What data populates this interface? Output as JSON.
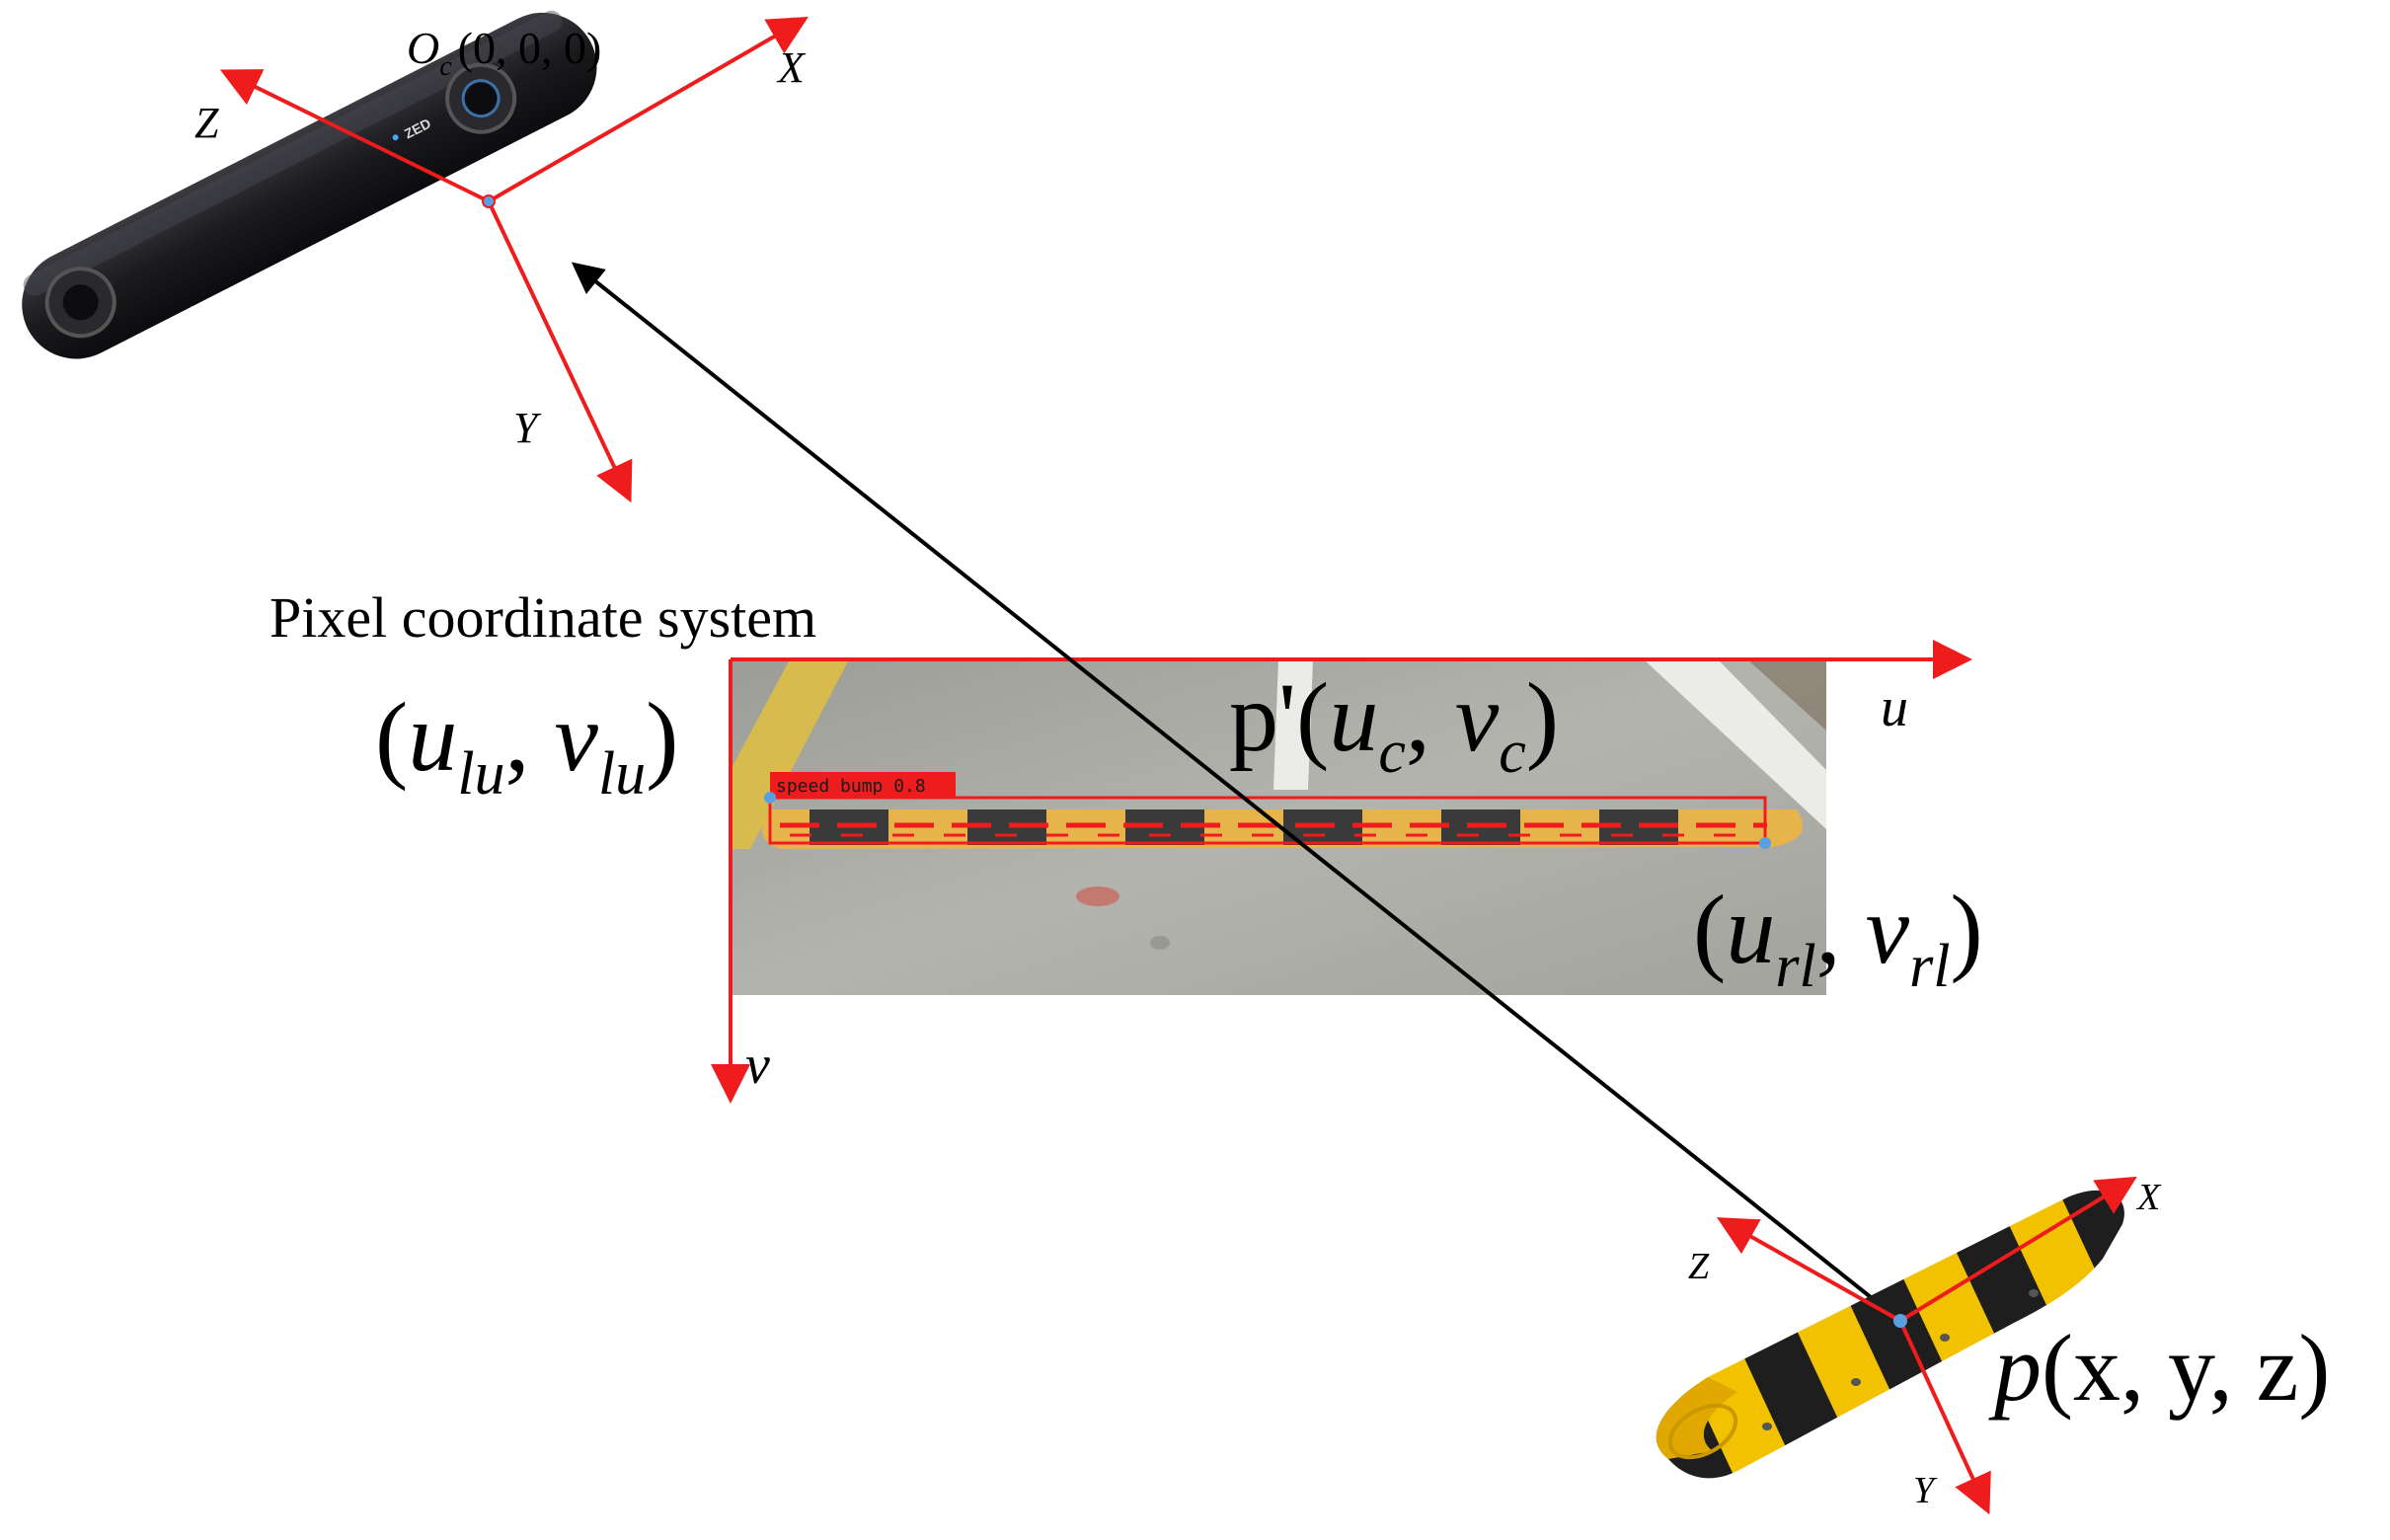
{
  "camera": {
    "brand": "ZED",
    "origin_label": "O",
    "origin_subscript": "c",
    "origin_coords": "(0, 0, 0)",
    "axes": {
      "x": "X",
      "y": "Y",
      "z": "Z"
    }
  },
  "pixel_system": {
    "title": "Pixel coordinate system",
    "u_axis": "u",
    "v_axis": "v",
    "upper_left": {
      "u": "u",
      "u_sub": "lu",
      "v": "v",
      "v_sub": "lu"
    },
    "lower_right": {
      "u": "u",
      "u_sub": "rl",
      "v": "v",
      "v_sub": "rl"
    },
    "center_point": {
      "name": "p'",
      "u": "u",
      "u_sub": "c",
      "v": "v",
      "v_sub": "c"
    },
    "detection_label": "speed bump 0.8"
  },
  "world_point": {
    "name": "p",
    "coords": "(x, y, z)",
    "axes": {
      "x": "X",
      "y": "Y",
      "z": "Z"
    }
  },
  "colors": {
    "axis_red": "#ee1c1c",
    "ray_black": "#000000",
    "camera_body": "#1b1b1e",
    "road_gray": "#a9a9a4",
    "bump_yellow": "#f2c200",
    "bump_dark": "#1e1e1e"
  }
}
